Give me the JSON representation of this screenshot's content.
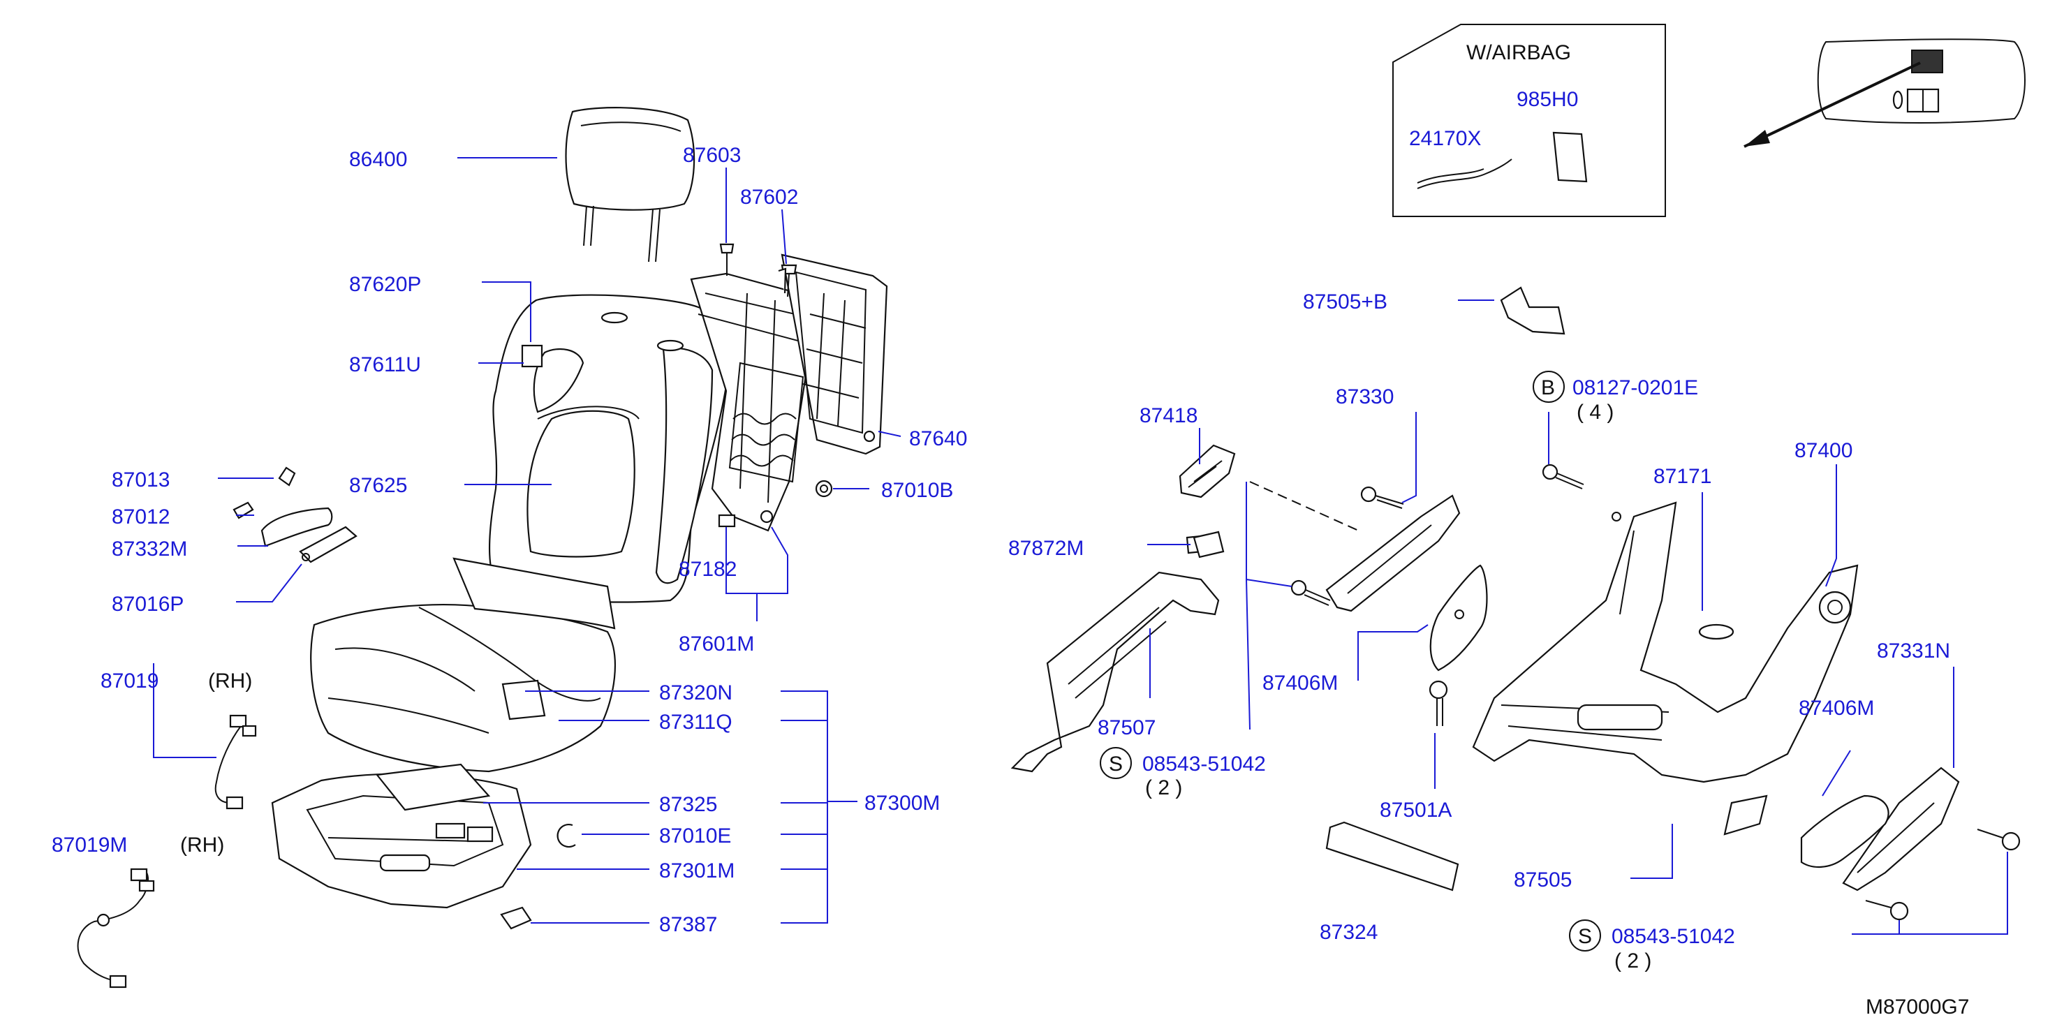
{
  "diagram_code": "M87000G7",
  "airbag_box": {
    "title": "W/AIRBAG",
    "parts": [
      "24170X",
      "985H0"
    ]
  },
  "labels": {
    "p86400": "86400",
    "p87603": "87603",
    "p87602": "87602",
    "p87620P": "87620P",
    "p87611U": "87611U",
    "p87640": "87640",
    "p87013": "87013",
    "p87012": "87012",
    "p87332M": "87332M",
    "p87016P": "87016P",
    "p87625": "87625",
    "p87010B": "87010B",
    "p87182": "87182",
    "p87601M": "87601M",
    "p87019": "87019",
    "p87019M": "87019M",
    "rh1": "(RH)",
    "rh2": "(RH)",
    "p87320N": "87320N",
    "p87311Q": "87311Q",
    "p87300M": "87300M",
    "p87325": "87325",
    "p87010E": "87010E",
    "p87301M": "87301M",
    "p87387": "87387",
    "p87505B": "87505+B",
    "bolt_b": "08127-0201E",
    "bolt_b_qty": "( 4 )",
    "p87418": "87418",
    "p87330": "87330",
    "p87872M": "87872M",
    "p87171": "87171",
    "p87400": "87400",
    "p87406M_a": "87406M",
    "p87406M_b": "87406M",
    "p87507": "87507",
    "screw_s1": "08543-51042",
    "screw_s1_qty": "( 2 )",
    "p87501A": "87501A",
    "p87331N": "87331N",
    "p87505": "87505",
    "p87324": "87324",
    "screw_s2": "08543-51042",
    "screw_s2_qty": "( 2 )"
  },
  "symbols": {
    "b": "B",
    "s1": "S",
    "s2": "S"
  }
}
